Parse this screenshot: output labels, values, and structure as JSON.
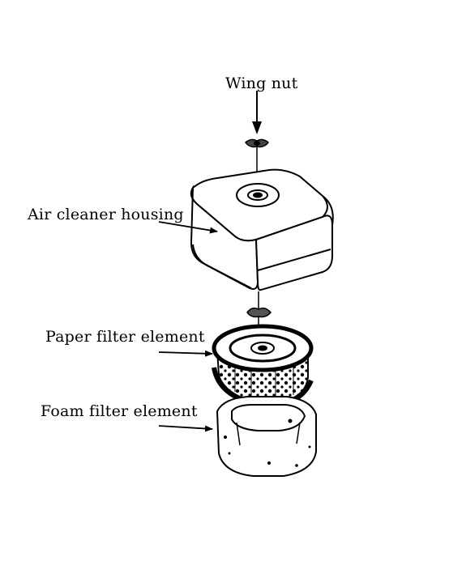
{
  "labels": {
    "wing_nut": "Wing nut",
    "air_cleaner_housing": "Air cleaner housing",
    "paper_filter_element": "Paper filter element",
    "foam_filter_element": "Foam filter element"
  },
  "colors": {
    "ink": "#000000",
    "background": "#ffffff"
  }
}
